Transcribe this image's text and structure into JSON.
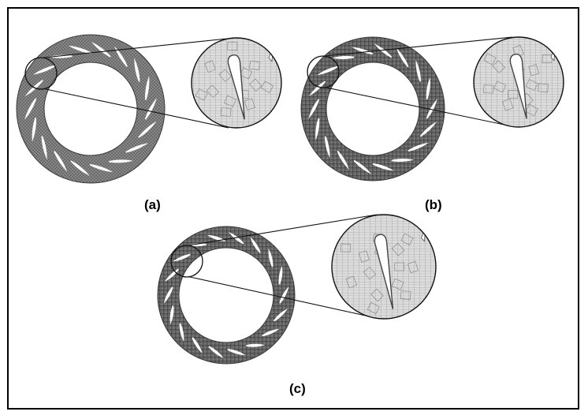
{
  "panels": [
    {
      "id": "a",
      "label": "(a)"
    },
    {
      "id": "b",
      "label": "(b)"
    },
    {
      "id": "c",
      "label": "(c)"
    }
  ],
  "colors": {
    "frame": "#000000",
    "mesh_dark": "#4a4a4a",
    "mesh_mid": "#6e6e6e",
    "zoom_bg": "#d8d8d8",
    "zoom_grid": "#9a9a9a",
    "blade": "#ffffff"
  },
  "blade_count": 18
}
